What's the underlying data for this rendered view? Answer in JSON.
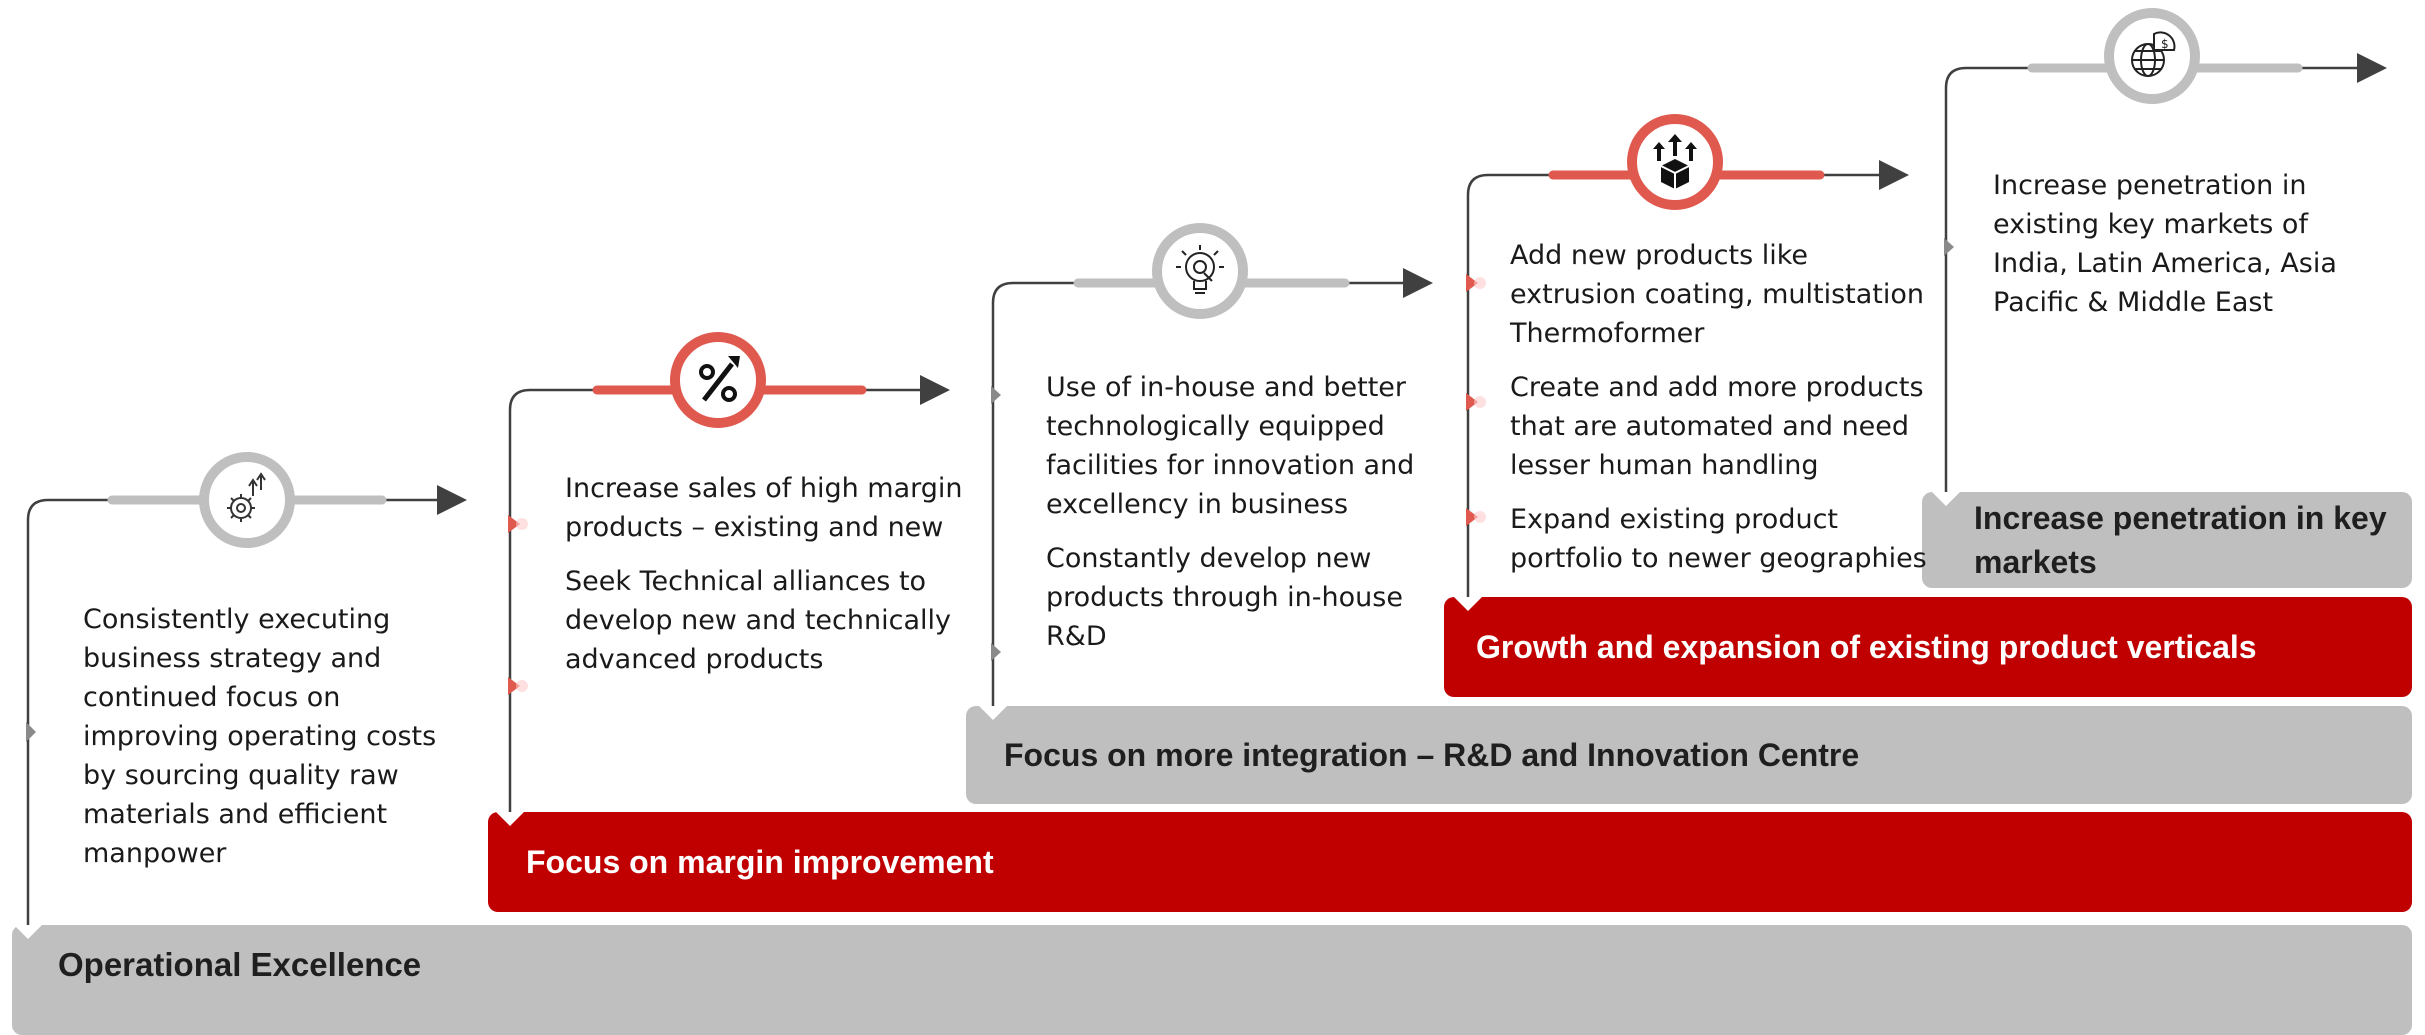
{
  "steps": [
    {
      "bar_label": "Operational Excellence",
      "bar_color": "#bfbfbf",
      "icon": "gear-growth-icon",
      "bullets": [
        "Consistently executing business strategy and continued focus on improving operating costs by sourcing quality raw materials and efficient manpower"
      ]
    },
    {
      "bar_label": "Focus on margin improvement",
      "bar_color": "#c00000",
      "icon": "percent-growth-icon",
      "bullets": [
        "Increase sales of high margin products – existing and new",
        "Seek Technical alliances to develop new and technically advanced products"
      ]
    },
    {
      "bar_label": "Focus on more integration – R&D and Innovation Centre",
      "bar_color": "#bfbfbf",
      "icon": "innovation-bulb-icon",
      "bullets": [
        "Use of in-house and better technologically equipped facilities for innovation and excellency in business",
        "Constantly develop new products through in-house R&D"
      ]
    },
    {
      "bar_label": "Growth and expansion of existing product verticals",
      "bar_color": "#c00000",
      "icon": "product-expansion-icon",
      "bullets": [
        "Add new products like extrusion coating, multistation Thermoformer",
        "Create and add more products that are automated and need lesser human handling",
        "Expand existing product portfolio to newer geographies"
      ]
    },
    {
      "bar_label": "Increase penetration in key markets",
      "bar_color": "#bfbfbf",
      "icon": "global-market-icon",
      "bullets": [
        "Increase penetration in existing key markets of India, Latin America, Asia Pacific & Middle East"
      ]
    }
  ],
  "colors": {
    "red": "#c00000",
    "accent_red": "#e0594f",
    "grey": "#bfbfbf",
    "line": "#404040"
  }
}
